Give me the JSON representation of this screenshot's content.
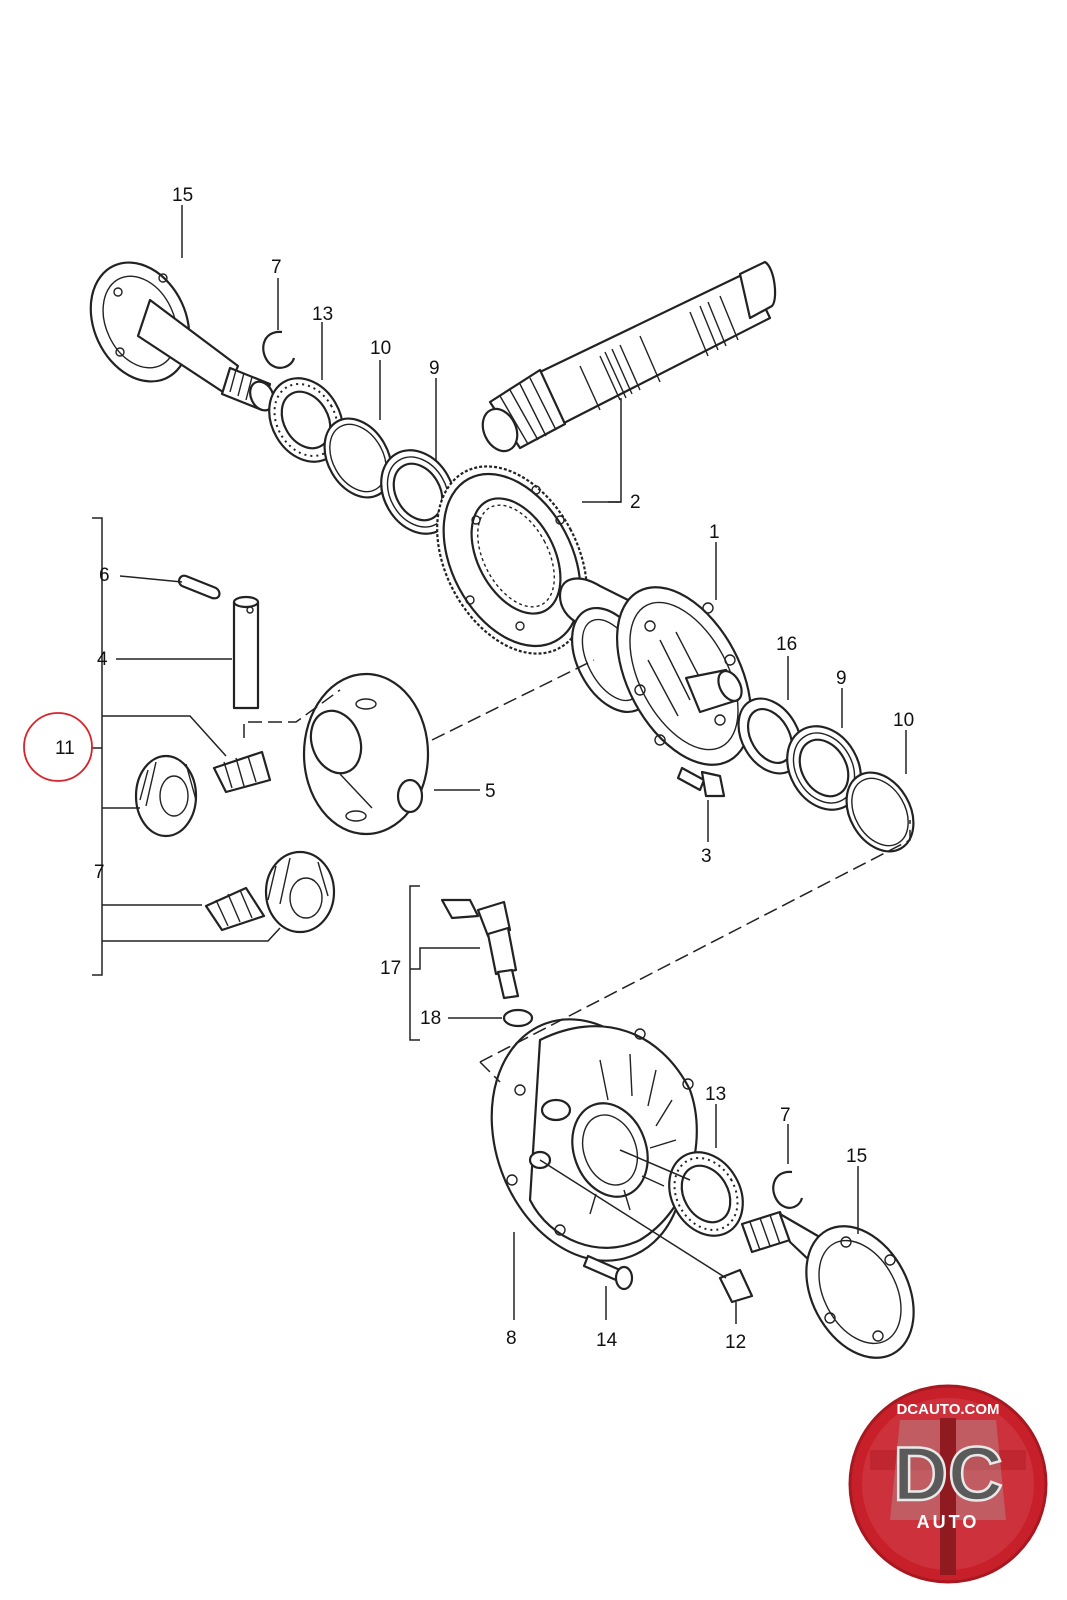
{
  "diagram": {
    "labels": {
      "p1": "1",
      "p2": "2",
      "p3": "3",
      "p4": "4",
      "p5": "5",
      "p6": "6",
      "p7_top": "7",
      "p7_left": "7",
      "p7_bottom": "7",
      "p8": "8",
      "p9_top": "9",
      "p9_right": "9",
      "p10_top": "10",
      "p10_right": "10",
      "p11": "11",
      "p12": "12",
      "p13_top": "13",
      "p13_bottom": "13",
      "p14": "14",
      "p15_top": "15",
      "p15_bottom": "15",
      "p16": "16",
      "p17": "17",
      "p18": "18"
    },
    "highlighted_part": "11"
  },
  "logo": {
    "site": "DCAUTO.COM",
    "initials": "DC",
    "word": "AUTO",
    "colors": {
      "red": "#c8202a",
      "grey": "#5a5a5a",
      "silver": "#dcdcdc"
    }
  }
}
